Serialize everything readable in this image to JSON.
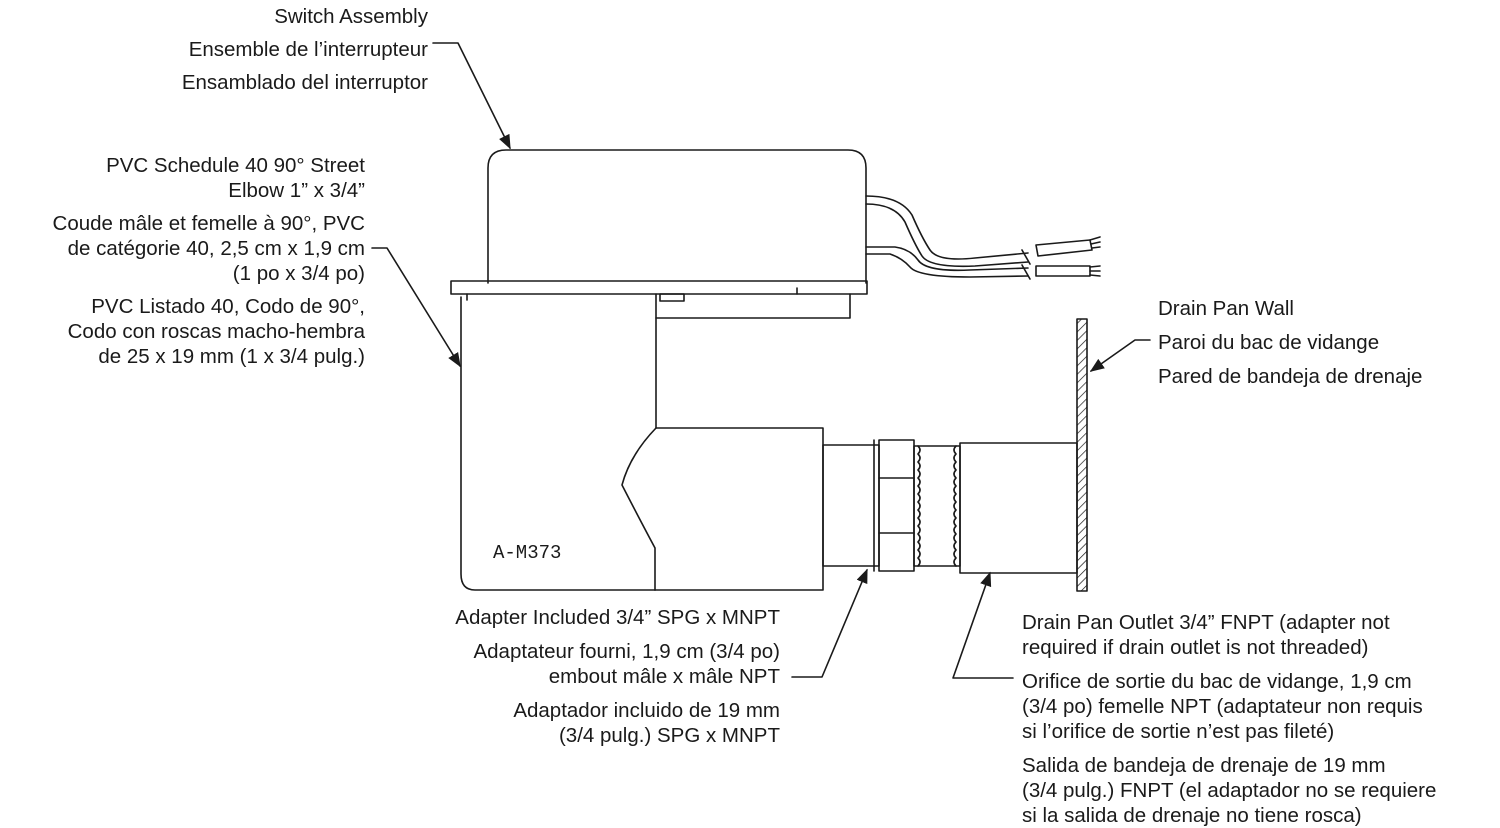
{
  "colors": {
    "ink": "#1a1a1a",
    "background": "#ffffff"
  },
  "labels": {
    "switch_assembly": {
      "en": "Switch Assembly",
      "fr": "Ensemble de l’interrupteur",
      "es": "Ensamblado del interruptor"
    },
    "elbow": {
      "en": [
        "PVC Schedule 40 90° Street",
        "Elbow 1” x 3/4”"
      ],
      "fr": [
        "Coude mâle et femelle à 90°, PVC",
        "de catégorie 40, 2,5 cm x 1,9 cm",
        "(1 po x 3/4 po)"
      ],
      "es": [
        "PVC Listado 40, Codo de 90°,",
        "Codo con roscas macho-hembra",
        "de 25 x 19 mm (1 x 3/4  pulg.)"
      ]
    },
    "drain_pan_wall": {
      "en": "Drain Pan Wall",
      "fr": "Paroi du bac de vidange",
      "es": "Pared de bandeja de drenaje"
    },
    "adapter": {
      "en": "Adapter Included 3/4” SPG x MNPT",
      "fr": [
        "Adaptateur fourni, 1,9 cm (3/4 po)",
        "embout mâle x mâle NPT"
      ],
      "es": [
        "Adaptador incluido de 19 mm",
        "(3/4 pulg.) SPG x MNPT"
      ]
    },
    "outlet": {
      "en": [
        "Drain Pan Outlet 3/4” FNPT (adapter not",
        "required if drain outlet is not threaded)"
      ],
      "fr": [
        "Orifice de sortie du bac de vidange, 1,9 cm",
        "(3/4 po) femelle NPT (adaptateur non requis",
        "si l’orifice de sortie n’est pas fileté)"
      ],
      "es": [
        "Salida de bandeja de drenaje de 19 mm",
        "(3/4 pulg.) FNPT (el adaptador no se requiere",
        "si la salida de drenaje no tiene rosca)"
      ]
    }
  },
  "part_code": "A-M373"
}
